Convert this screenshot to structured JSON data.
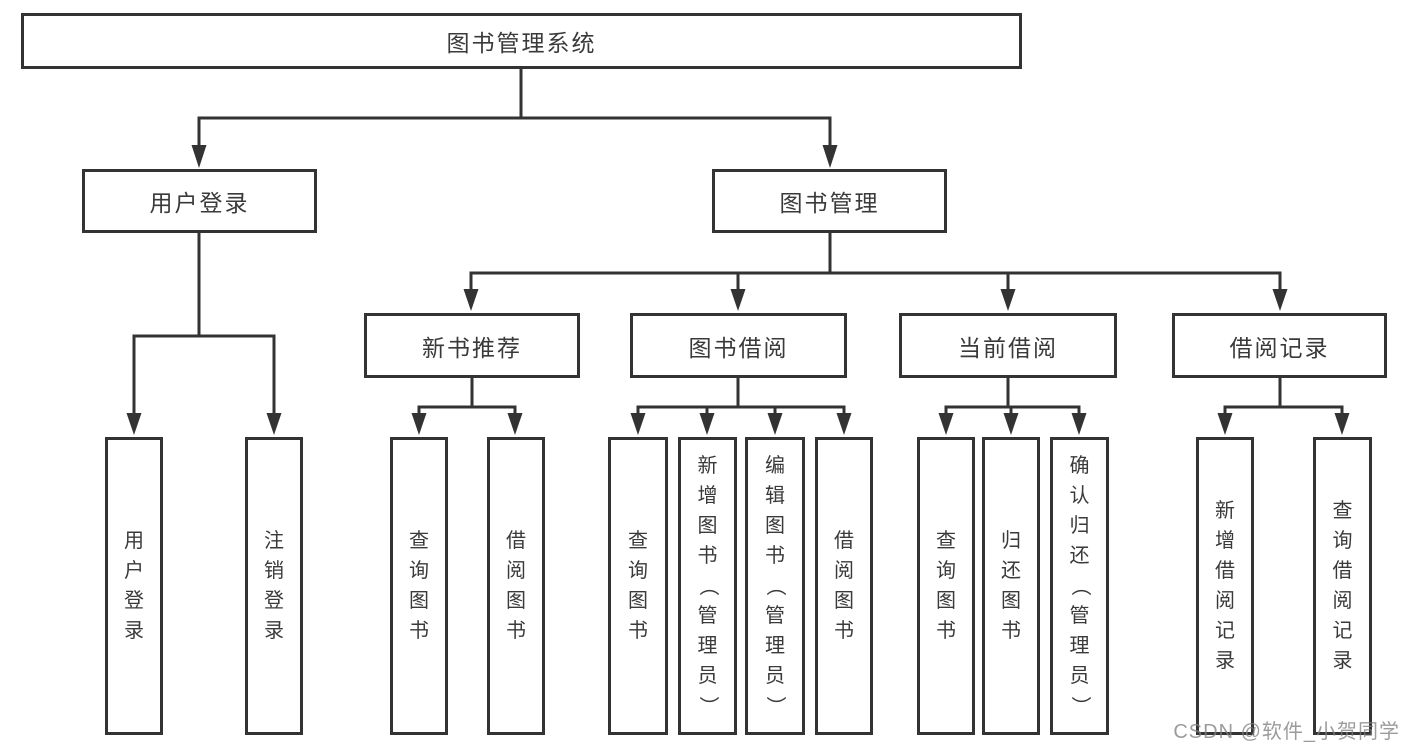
{
  "diagram_type": "feature-tree",
  "tree": {
    "root": {
      "label": "图书管理系统"
    },
    "branches": [
      {
        "label": "用户登录",
        "children": [
          {
            "label": "用户登录"
          },
          {
            "label": "注销登录"
          }
        ]
      },
      {
        "label": "图书管理",
        "children": [
          {
            "label": "新书推荐",
            "children": [
              {
                "label": "查询图书"
              },
              {
                "label": "借阅图书"
              }
            ]
          },
          {
            "label": "图书借阅",
            "children": [
              {
                "label": "查询图书"
              },
              {
                "label": "新增图书（管理员）"
              },
              {
                "label": "编辑图书（管理员）"
              },
              {
                "label": "借阅图书"
              }
            ]
          },
          {
            "label": "当前借阅",
            "children": [
              {
                "label": "查询图书"
              },
              {
                "label": "归还图书"
              },
              {
                "label": "确认归还（管理员）"
              }
            ]
          },
          {
            "label": "借阅记录",
            "children": [
              {
                "label": "新增借阅记录"
              },
              {
                "label": "查询借阅记录"
              }
            ]
          }
        ]
      }
    ]
  },
  "watermark": {
    "text": "CSDN @软件_小贺同学"
  },
  "colors": {
    "line": "#333333",
    "box_border": "#333333",
    "text": "#3a3a3a",
    "watermark": "#808080",
    "background": "#ffffff"
  }
}
